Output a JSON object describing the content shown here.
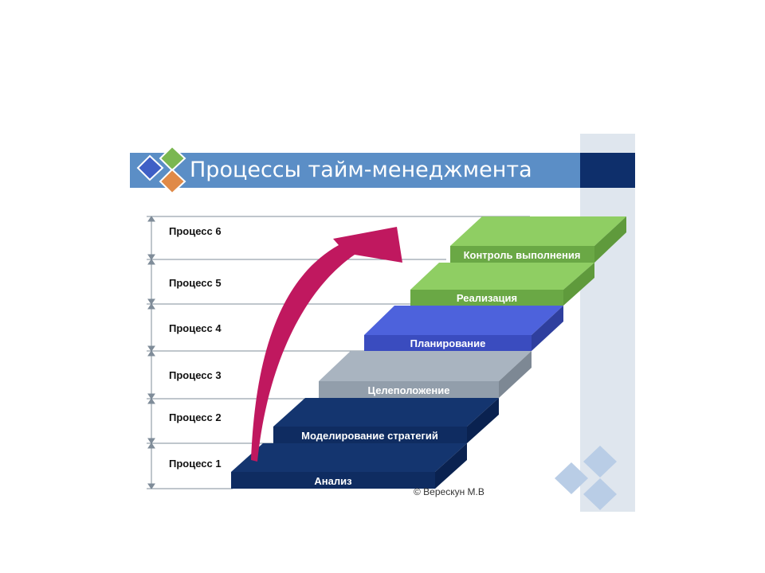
{
  "title": "Процессы тайм-менеджмента",
  "processes": [
    "Процесс 6",
    "Процесс 5",
    "Процесс 4",
    "Процесс 3",
    "Процесс 2",
    "Процесс 1"
  ],
  "steps": [
    {
      "label": "Анализ",
      "color": "#0d2a5e"
    },
    {
      "label": "Моделирование стратегий",
      "color": "#0d2a5e"
    },
    {
      "label": "Целеположение",
      "color": "#a0abb7"
    },
    {
      "label": "Планирование",
      "color": "#4457d3"
    },
    {
      "label": "Реализация",
      "color": "#7ab751"
    },
    {
      "label": "Контроль выполнения",
      "color": "#7ab751"
    }
  ],
  "copyright": "© Верескун М.В",
  "colors": {
    "title_bar": "#5b8ec6",
    "title_bar_dark": "#0e2f6b",
    "arrow": "#c0185f",
    "side_panel": "#dfe6ee"
  }
}
